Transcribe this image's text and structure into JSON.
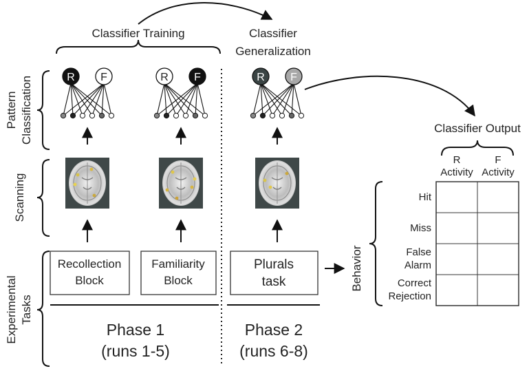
{
  "headers": {
    "classifier_training": "Classifier Training",
    "classifier_generalization_line1": "Classifier",
    "classifier_generalization_line2": "Generalization",
    "classifier_output": "Classifier Output"
  },
  "row_labels": {
    "pattern_line1": "Pattern",
    "pattern_line2": "Classification",
    "scanning": "Scanning",
    "experimental_line1": "Experimental",
    "experimental_line2": "Tasks",
    "behavior": "Behavior"
  },
  "nodes": {
    "r": "R",
    "f": "F"
  },
  "tasks": {
    "recollection_line1": "Recollection",
    "recollection_line2": "Block",
    "familiarity_line1": "Familiarity",
    "familiarity_line2": "Block",
    "plurals_line1": "Plurals",
    "plurals_line2": "task"
  },
  "phases": {
    "phase1": "Phase 1",
    "phase1_runs": "(runs 1-5)",
    "phase2": "Phase 2",
    "phase2_runs": "(runs 6-8)"
  },
  "output_table": {
    "col_r_line1": "R",
    "col_r_line2": "Activity",
    "col_f_line1": "F",
    "col_f_line2": "Activity",
    "rows": [
      {
        "line1": "Hit",
        "line2": ""
      },
      {
        "line1": "Miss",
        "line2": ""
      },
      {
        "line1": "False",
        "line2": "Alarm"
      },
      {
        "line1": "Correct",
        "line2": "Rejection"
      }
    ]
  },
  "colors": {
    "dark_node": "#111111",
    "generalized_r_node": "#3a4444",
    "generalized_f_node": "#a8a8a8",
    "brain_background": "#3f4848"
  }
}
